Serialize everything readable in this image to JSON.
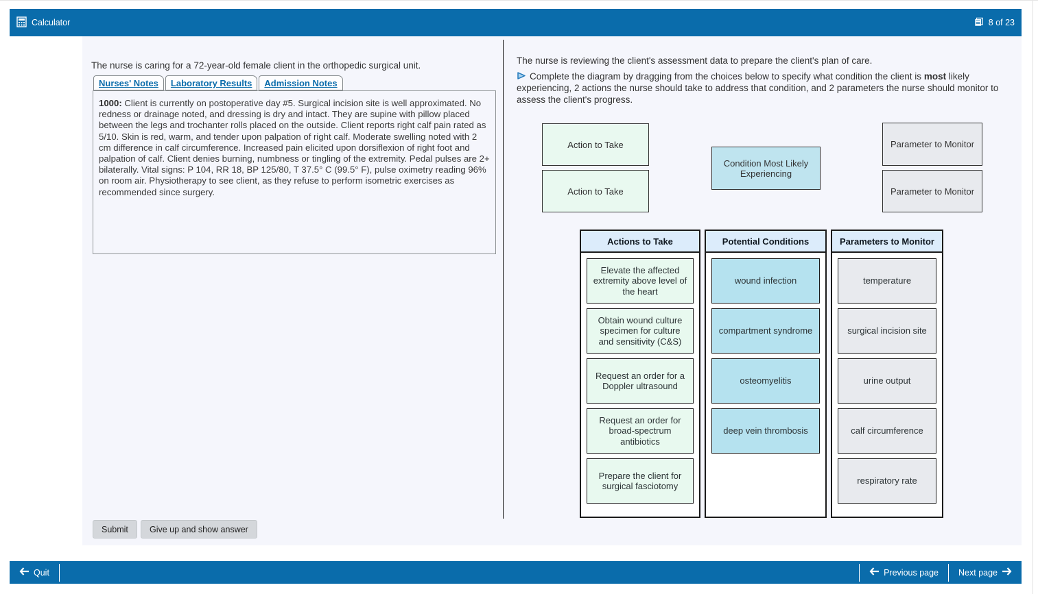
{
  "top_bar": {
    "app_label": "Calculator",
    "page_indicator": "8 of 23"
  },
  "left_panel": {
    "intro": "The nurse is caring for a 72-year-old female client in the orthopedic surgical unit.",
    "tabs": [
      {
        "label": "Nurses' Notes"
      },
      {
        "label": "Laboratory Results"
      },
      {
        "label": "Admission Notes"
      }
    ],
    "note": {
      "time": "1000:",
      "body": " Client is currently on postoperative day #5. Surgical incision site is well approximated. No redness or drainage noted, and dressing is dry and intact. They are supine with pillow placed between the legs and trochanter rolls placed on the outside. Client reports right calf pain rated as 5/10. Skin is red, warm, and tender upon palpation of right calf. Moderate swelling noted with 2 cm difference in calf circumference. Increased pain elicited upon dorsiflexion of right foot and palpation of calf. Client denies burning, numbness or tingling of the extremity. Pedal pulses are 2+ bilaterally. Vital signs: P 104, RR 18, BP 125/80, T 37.5° C (99.5° F), pulse oximetry reading 96% on room air. Physiotherapy to see client, as they refuse to perform isometric exercises as recommended since surgery."
    }
  },
  "right_panel": {
    "intro": "The nurse is reviewing the client's assessment data to prepare the client's plan of care.",
    "instruction": {
      "pre": "Complete the diagram by dragging from the choices below to specify what condition the client is ",
      "bold": "most",
      "post": " likely experiencing, 2 actions the nurse should take to address that condition, and 2 parameters the nurse should monitor to assess the client's progress."
    },
    "drop_zones": {
      "action_1": "Action to Take",
      "action_2": "Action to Take",
      "condition": "Condition Most Likely Experiencing",
      "param_1": "Parameter to Monitor",
      "param_2": "Parameter to Monitor"
    },
    "columns": [
      {
        "header": "Actions to Take",
        "items": [
          "Elevate the affected extremity above level of the heart",
          "Obtain wound culture specimen for culture and sensitivity (C&S)",
          "Request an order for a Doppler ultrasound",
          "Request an order for broad-spectrum antibiotics",
          "Prepare the client for surgical fasciotomy"
        ]
      },
      {
        "header": "Potential Conditions",
        "items": [
          "wound infection",
          "compartment syndrome",
          "osteomyelitis",
          "deep vein thrombosis"
        ]
      },
      {
        "header": "Parameters to Monitor",
        "items": [
          "temperature",
          "surgical incision site",
          "urine output",
          "calf circumference",
          "respiratory rate"
        ]
      }
    ]
  },
  "footer": {
    "submit_label": "Submit",
    "give_up_label": "Give up and show answer"
  },
  "bottom_bar": {
    "quit_label": "Quit",
    "previous_label": "Previous page",
    "next_label": "Next page"
  },
  "colors": {
    "bar_blue": "#0a6cab",
    "link_blue": "#0a6cab",
    "content_background": "#f5f6fc",
    "action_green": "#e8f9ef",
    "condition_blue": "#b5e2ef",
    "parameter_gray": "#e8eaee",
    "column_header_blue": "#dcecfb"
  }
}
